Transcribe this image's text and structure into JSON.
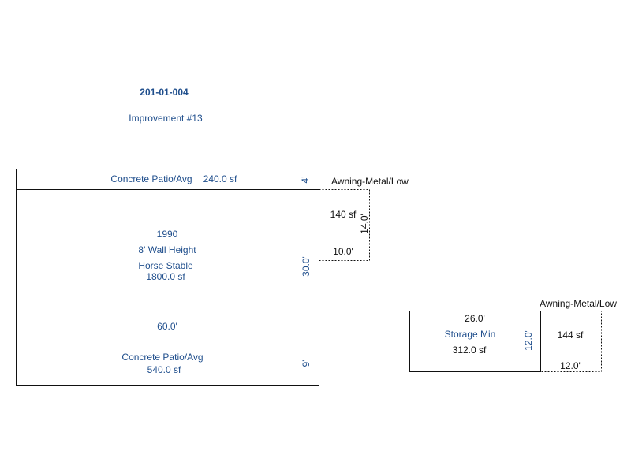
{
  "header": {
    "parcel_id": "201-01-004",
    "improvement": "Improvement #13"
  },
  "main_building": {
    "year": "1990",
    "wall_height": "8' Wall Height",
    "type": "Horse Stable",
    "area": "1800.0 sf",
    "width_dim": "60.0'",
    "depth_dim": "30.0'"
  },
  "top_patio": {
    "label": "Concrete Patio/Avg",
    "area": "240.0 sf",
    "depth_dim": "4'"
  },
  "bottom_patio": {
    "label": "Concrete Patio/Avg",
    "area": "540.0 sf",
    "depth_dim": "9'"
  },
  "awning_1": {
    "label": "Awning-Metal/Low",
    "area": "140 sf",
    "width_dim": "10.0'",
    "depth_dim": "14.0'"
  },
  "storage": {
    "label": "Storage Min",
    "area": "312.0 sf",
    "width_dim": "26.0'",
    "depth_dim": "12.0'"
  },
  "awning_2": {
    "label": "Awning-Metal/Low",
    "area": "144 sf",
    "width_dim": "12.0'"
  },
  "colors": {
    "label_blue": "#1f4e8c",
    "line": "#111111"
  }
}
